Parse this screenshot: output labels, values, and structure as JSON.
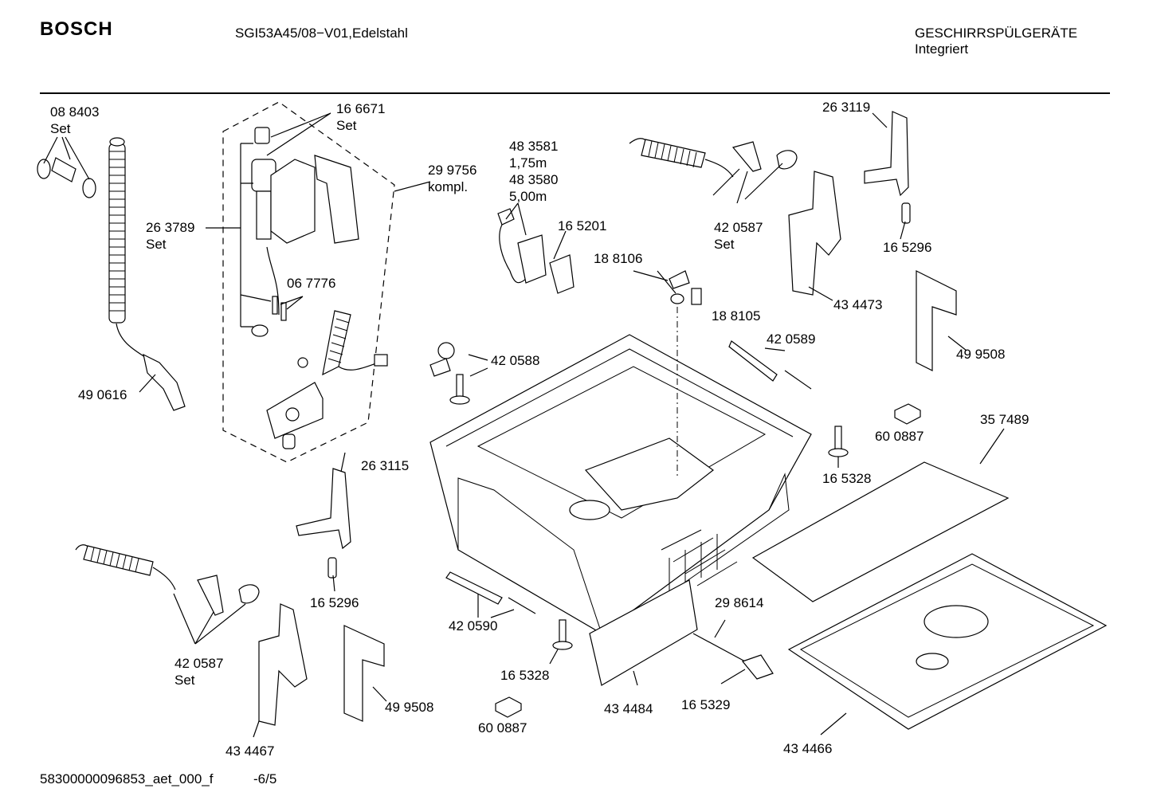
{
  "header": {
    "brand": "BOSCH",
    "model": "SGI53A45/08−V01,Edelstahl",
    "category": "GESCHIRRSPÜLGERÄTE",
    "subcategory": "Integriert"
  },
  "footer": {
    "doc_id": "58300000096853_aet_000_f",
    "page": "-6/5"
  },
  "callouts": [
    {
      "id": "c1",
      "lines": [
        "08 8403",
        "Set"
      ]
    },
    {
      "id": "c2",
      "lines": [
        "16 6671",
        "Set"
      ]
    },
    {
      "id": "c3",
      "lines": [
        "29 9756",
        "kompl."
      ]
    },
    {
      "id": "c4",
      "lines": [
        "26 3789",
        "Set"
      ]
    },
    {
      "id": "c5",
      "lines": [
        "06 7776"
      ]
    },
    {
      "id": "c6",
      "lines": [
        "49 0616"
      ]
    },
    {
      "id": "c7",
      "lines": [
        "48 3581",
        "1,75m",
        "48 3580",
        "5,00m"
      ]
    },
    {
      "id": "c8",
      "lines": [
        "16 5201"
      ]
    },
    {
      "id": "c9",
      "lines": [
        "18 8106"
      ]
    },
    {
      "id": "c10",
      "lines": [
        "18 8105"
      ]
    },
    {
      "id": "c11",
      "lines": [
        "42 0587",
        "Set"
      ]
    },
    {
      "id": "c12",
      "lines": [
        "26 3119"
      ]
    },
    {
      "id": "c13",
      "lines": [
        "16 5296"
      ]
    },
    {
      "id": "c14",
      "lines": [
        "43 4473"
      ]
    },
    {
      "id": "c15",
      "lines": [
        "42 0588"
      ]
    },
    {
      "id": "c16",
      "lines": [
        "42 0589"
      ]
    },
    {
      "id": "c17",
      "lines": [
        "49 9508"
      ]
    },
    {
      "id": "c18",
      "lines": [
        "60 0887"
      ]
    },
    {
      "id": "c19",
      "lines": [
        "35 7489"
      ]
    },
    {
      "id": "c20",
      "lines": [
        "16 5328"
      ]
    },
    {
      "id": "c21",
      "lines": [
        "26 3115"
      ]
    },
    {
      "id": "c22",
      "lines": [
        "16 5296"
      ]
    },
    {
      "id": "c23",
      "lines": [
        "42 0587",
        "Set"
      ]
    },
    {
      "id": "c24",
      "lines": [
        "42 0590"
      ]
    },
    {
      "id": "c25",
      "lines": [
        "16 5328"
      ]
    },
    {
      "id": "c26",
      "lines": [
        "49 9508"
      ]
    },
    {
      "id": "c27",
      "lines": [
        "60 0887"
      ]
    },
    {
      "id": "c28",
      "lines": [
        "43 4467"
      ]
    },
    {
      "id": "c29",
      "lines": [
        "43 4484"
      ]
    },
    {
      "id": "c30",
      "lines": [
        "16 5329"
      ]
    },
    {
      "id": "c31",
      "lines": [
        "29 8614"
      ]
    },
    {
      "id": "c32",
      "lines": [
        "43 4466"
      ]
    }
  ]
}
